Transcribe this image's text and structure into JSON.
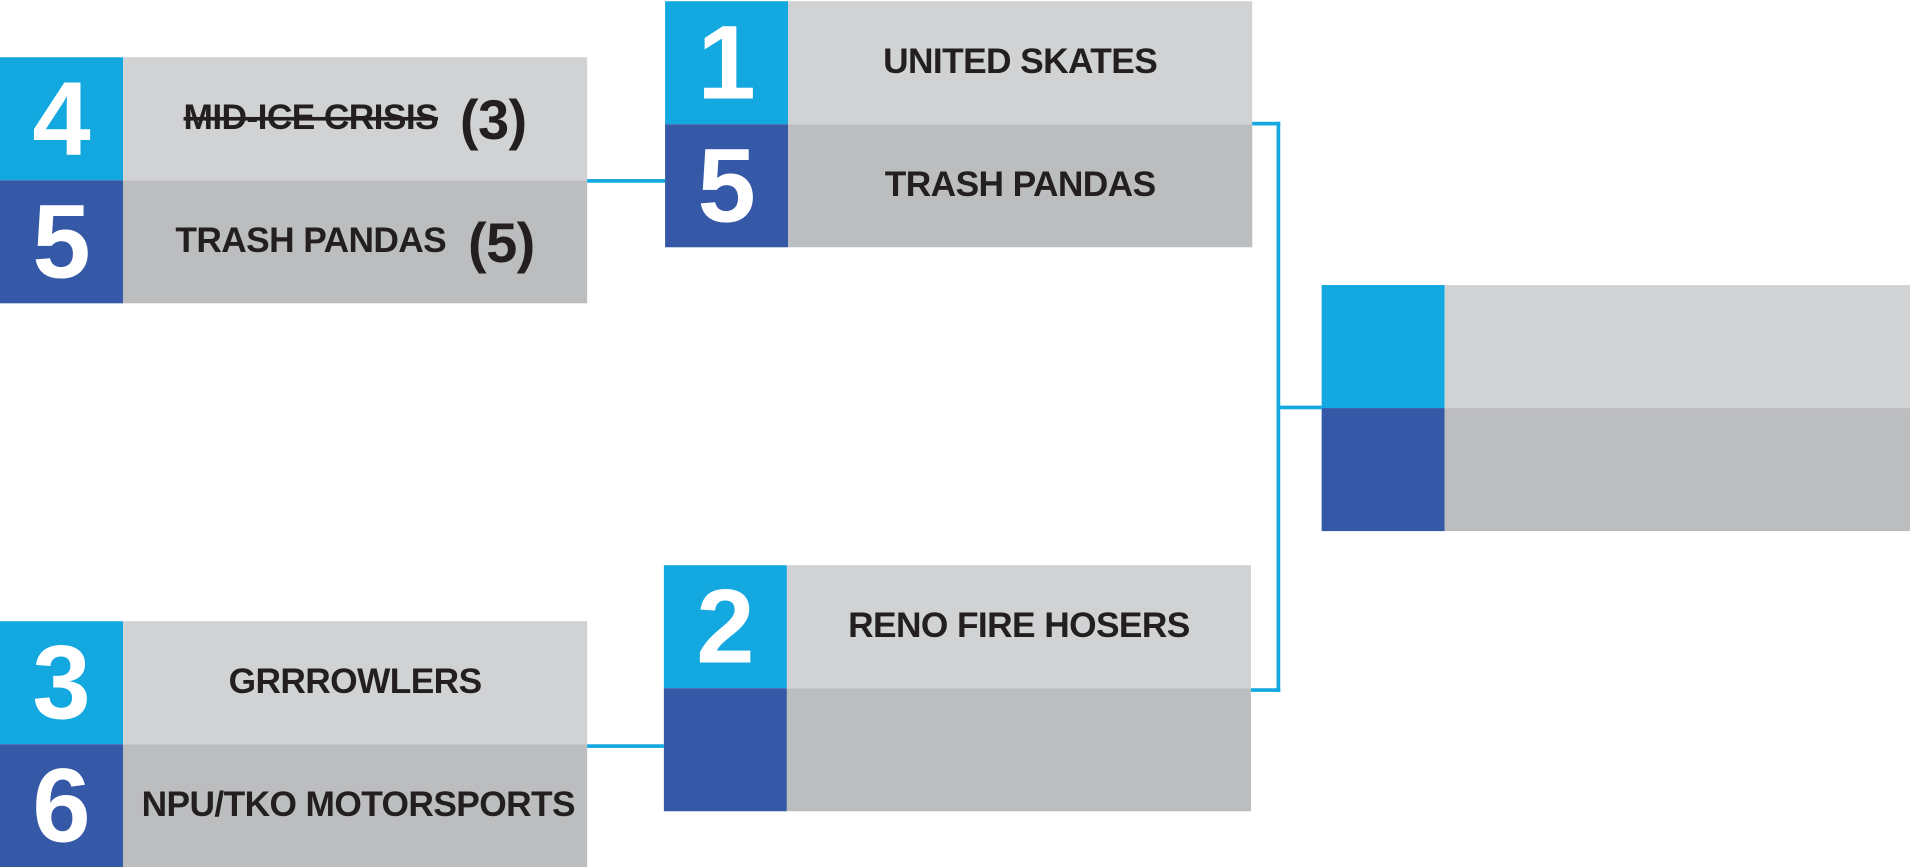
{
  "colors": {
    "accent_light": "#13a9e0",
    "accent_dark": "#3558a7",
    "row_light": "#d1d2d4",
    "row_dark": "#bcbdbf",
    "connector": "#13a9e0"
  },
  "matches": [
    {
      "id": "qf1",
      "top": {
        "seed": "4",
        "team": "MID-ICE CRISIS",
        "score": "(3)",
        "eliminated": true
      },
      "bottom": {
        "seed": "5",
        "team": "TRASH PANDAS",
        "score": "(5)"
      }
    },
    {
      "id": "sf1",
      "top": {
        "seed": "1",
        "team": "UNITED SKATES"
      },
      "bottom": {
        "seed": "5",
        "team": "TRASH PANDAS"
      }
    },
    {
      "id": "qf2",
      "top": {
        "seed": "3",
        "team": "GRRROWLERS"
      },
      "bottom": {
        "seed": "6",
        "team": "NPU/TKO MOTORSPORTS"
      }
    },
    {
      "id": "sf2",
      "top": {
        "seed": "2",
        "team": "RENO FIRE HOSERS"
      },
      "bottom": {
        "seed": "",
        "team": ""
      }
    },
    {
      "id": "final",
      "top": {
        "seed": "",
        "team": ""
      },
      "bottom": {
        "seed": "",
        "team": ""
      }
    }
  ]
}
